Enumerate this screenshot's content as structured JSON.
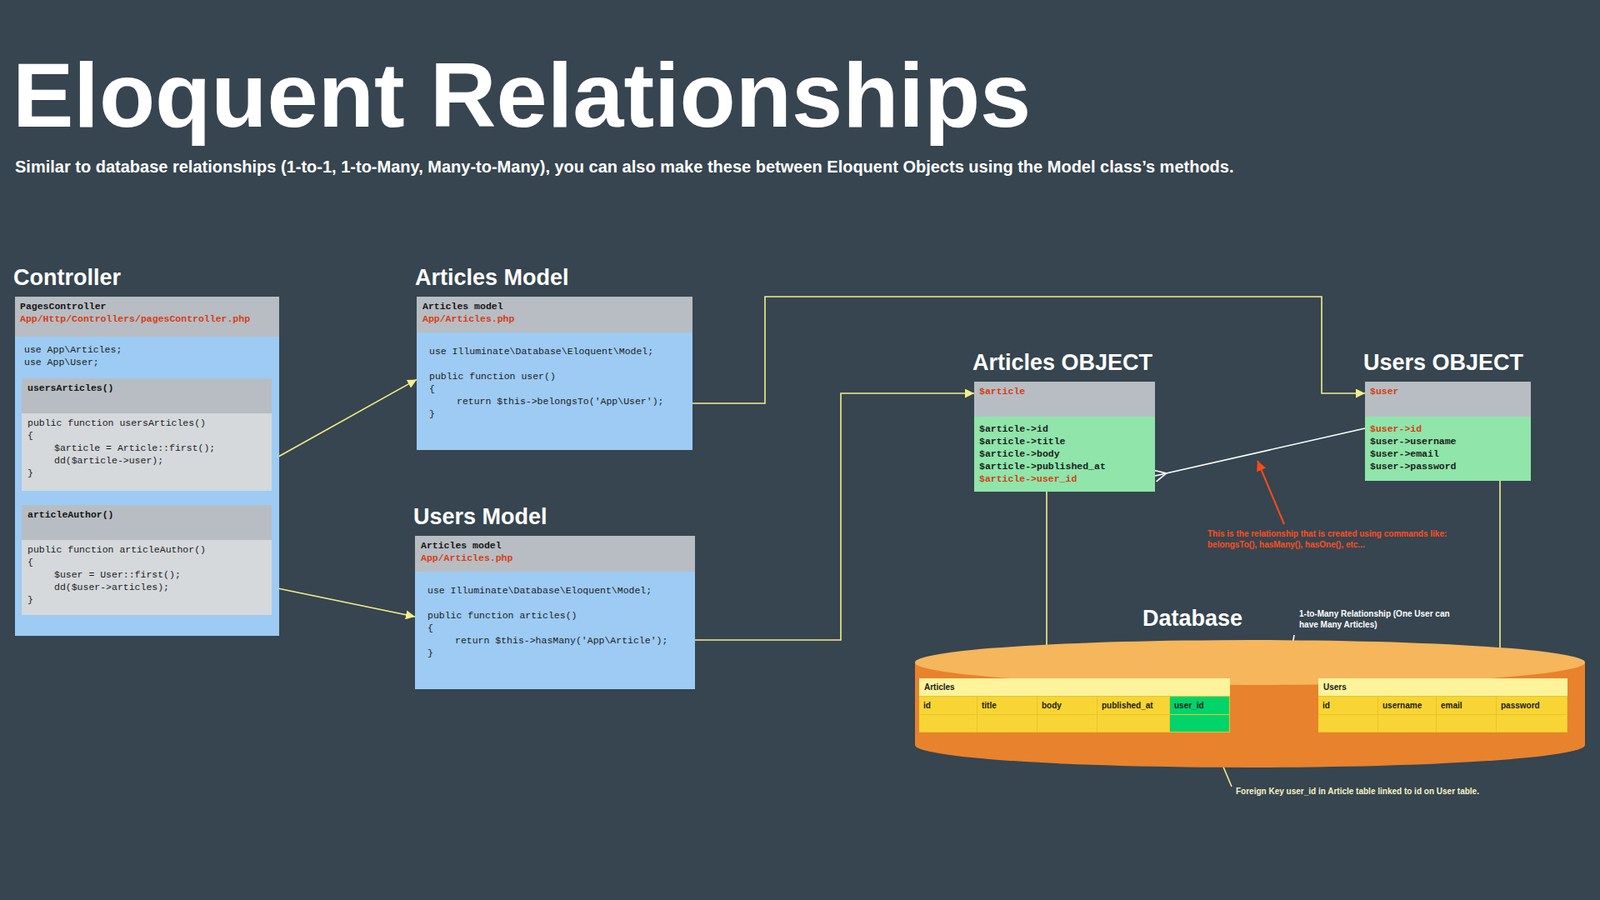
{
  "diagram": {
    "title": "Eloquent Relationships",
    "caption": "Similar to database relationships (1-to-1, 1-to-Many, Many-to-Many), you can also make these between Eloquent Objects using the Model class’s methods.",
    "nodes": [
      {
        "text": [
          "Controller",
          "PagesController",
          "App/Http/Controllers/pagesController.php",
          "use App\\Articles;",
          "use App\\User;"
        ]
      },
      {
        "text": [
          "usersArticles()",
          "public function usersArticles()",
          "{",
          "$article = Article::first();",
          "dd($article->user);",
          "}"
        ],
        "in": 0
      },
      {
        "text": [
          "articleAuthor()",
          "public function articleAuthor()",
          "{",
          "$user = User::first();",
          "dd($user->articles);",
          "}"
        ],
        "in": 0
      },
      {
        "text": [
          "Articles Model",
          "Articles model",
          "App/Articles.php",
          "use Illuminate\\Database\\Eloquent\\Model;",
          "public function user()",
          "{",
          "return $this->belongsTo('App\\User');",
          "}"
        ]
      },
      {
        "text": [
          "Users Model",
          "Articles model",
          "App/Articles.php",
          "use Illuminate\\Database\\Eloquent\\Model;",
          "public function articles()",
          "{",
          "return $this->hasMany('App\\Article');",
          "}"
        ]
      },
      {
        "text": [
          "Articles OBJECT",
          "$article",
          "$article->id",
          "$article->title",
          "$article->body",
          "$article->published_at",
          "$article->user_id"
        ]
      },
      {
        "text": [
          "Users OBJECT",
          "$user",
          "$user->id",
          "$user->username",
          "$user->email",
          "$user->password"
        ]
      },
      {
        "text": [
          "Database"
        ]
      },
      {
        "text": [
          "Articles",
          "id",
          "title",
          "body",
          "published_at",
          "user_id"
        ],
        "in": 7
      },
      {
        "text": [
          "Users",
          "id",
          "username",
          "email",
          "password"
        ],
        "in": 7
      }
    ],
    "edges": [
      {
        "from": 1,
        "to": 3,
        "arrow": "to"
      },
      {
        "from": 2,
        "to": 4,
        "arrow": "to"
      },
      {
        "from": 3,
        "to": 6,
        "arrow": "to"
      },
      {
        "from": 4,
        "to": 5,
        "arrow": "to"
      },
      {
        "from": 5,
        "to": 6,
        "arrow": "none"
      },
      {
        "from": 5,
        "to": 8,
        "arrow": "to"
      },
      {
        "from": 6,
        "to": 9,
        "arrow": "to"
      },
      {
        "from": 8,
        "to": 9,
        "arrow": "none"
      }
    ],
    "labels": [
      "This is the relationship that is created using commands like: belongsTo(), hasMany(), hasOne(), etc...",
      "1-to-Many Relationship (One User can have Many Articles)",
      "Foreign Key user_id in Article table linked to id on User table."
    ]
  }
}
